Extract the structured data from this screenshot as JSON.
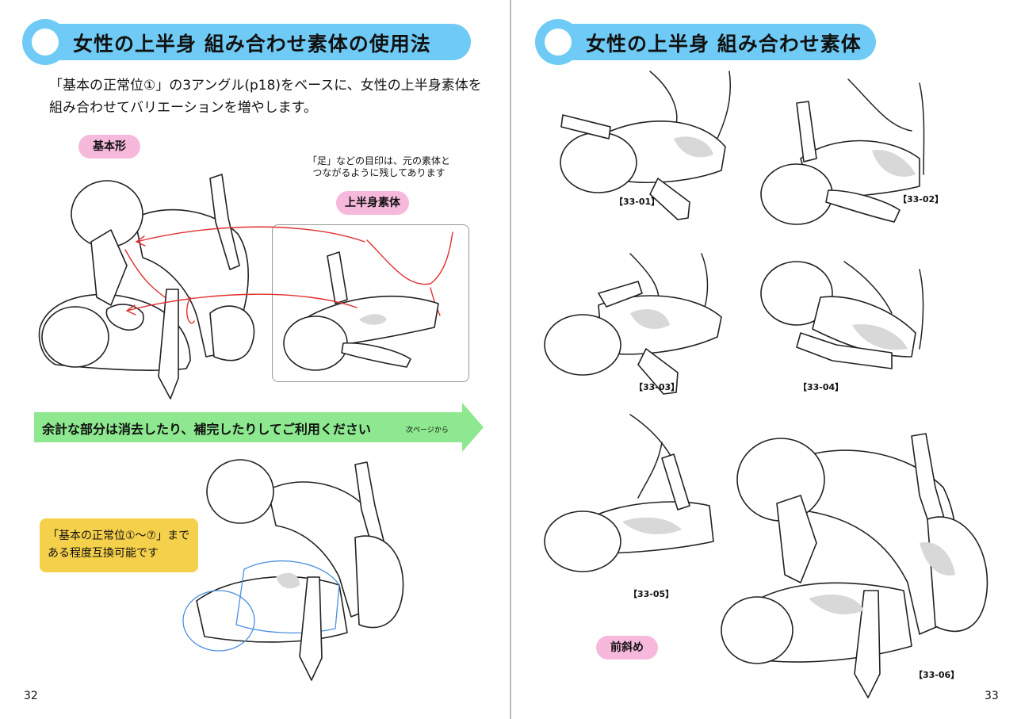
{
  "left_page": {
    "title": "女性の上半身 組み合わせ素体の使用法",
    "intro_line1": "「基本の正常位①」の3アングル(p18)をベースに、女性の上半身素体を",
    "intro_line2": "組み合わせてバリエーションを増やします。",
    "basic_label": "基本形",
    "note_text": "「足」などの目印は、元の素体と\nつながるように残してあります",
    "upper_body_label": "上半身素体",
    "banner_text": "余計な部分は消去したり、補完したりしてご利用ください",
    "banner_sub": "次ページから",
    "yellow_line1": "「基本の正常位①〜⑦」まで",
    "yellow_line2": "ある程度互換可能です",
    "page_number": "32"
  },
  "right_page": {
    "title": "女性の上半身 組み合わせ素体",
    "codes": [
      "【33-01】",
      "【33-02】",
      "【33-03】",
      "【33-04】",
      "【33-05】",
      "【33-06】"
    ],
    "angle_label": "前斜め",
    "page_number": "33"
  },
  "colors": {
    "title_blue": "#6fcbf5",
    "pill_pink": "#f6b9dc",
    "banner_green": "#8de88f",
    "note_yellow": "#f5d04b",
    "guide_red": "#e23030",
    "guide_blue": "#4b8fe0"
  }
}
